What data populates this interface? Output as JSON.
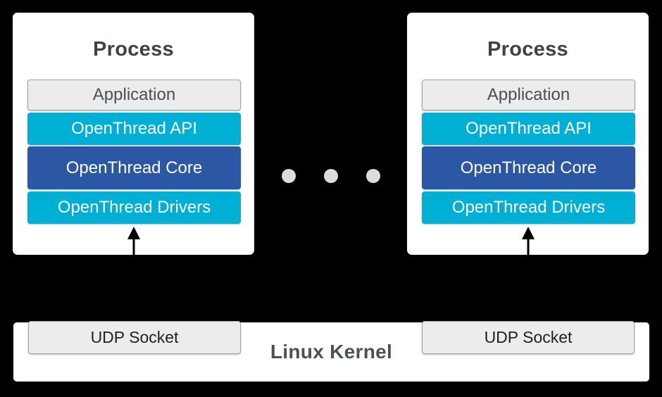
{
  "colors": {
    "background": "#000000",
    "card_bg": "#ffffff",
    "cyan": "#00b0d4",
    "core_blue": "#2b57a5",
    "gray_fill": "#ececec",
    "gray_border": "#a3a3a3",
    "title_text": "#3c4348",
    "application_text": "#4a4f54",
    "socket_text": "#202124",
    "kernel_text": "#49525a",
    "dot": "#dcdcdc",
    "arrow": "#000000"
  },
  "processes": [
    {
      "title": "Process",
      "layers": [
        {
          "label": "Application"
        },
        {
          "label": "OpenThread API"
        },
        {
          "label": "OpenThread Core"
        },
        {
          "label": "OpenThread Drivers"
        }
      ]
    },
    {
      "title": "Process",
      "layers": [
        {
          "label": "Application"
        },
        {
          "label": "OpenThread API"
        },
        {
          "label": "OpenThread Core"
        },
        {
          "label": "OpenThread Drivers"
        }
      ]
    }
  ],
  "ellipsis": {
    "dot_count": 3
  },
  "kernel": {
    "label": "Linux Kernel",
    "sockets": [
      {
        "label": "UDP Socket"
      },
      {
        "label": "UDP Socket"
      }
    ]
  }
}
